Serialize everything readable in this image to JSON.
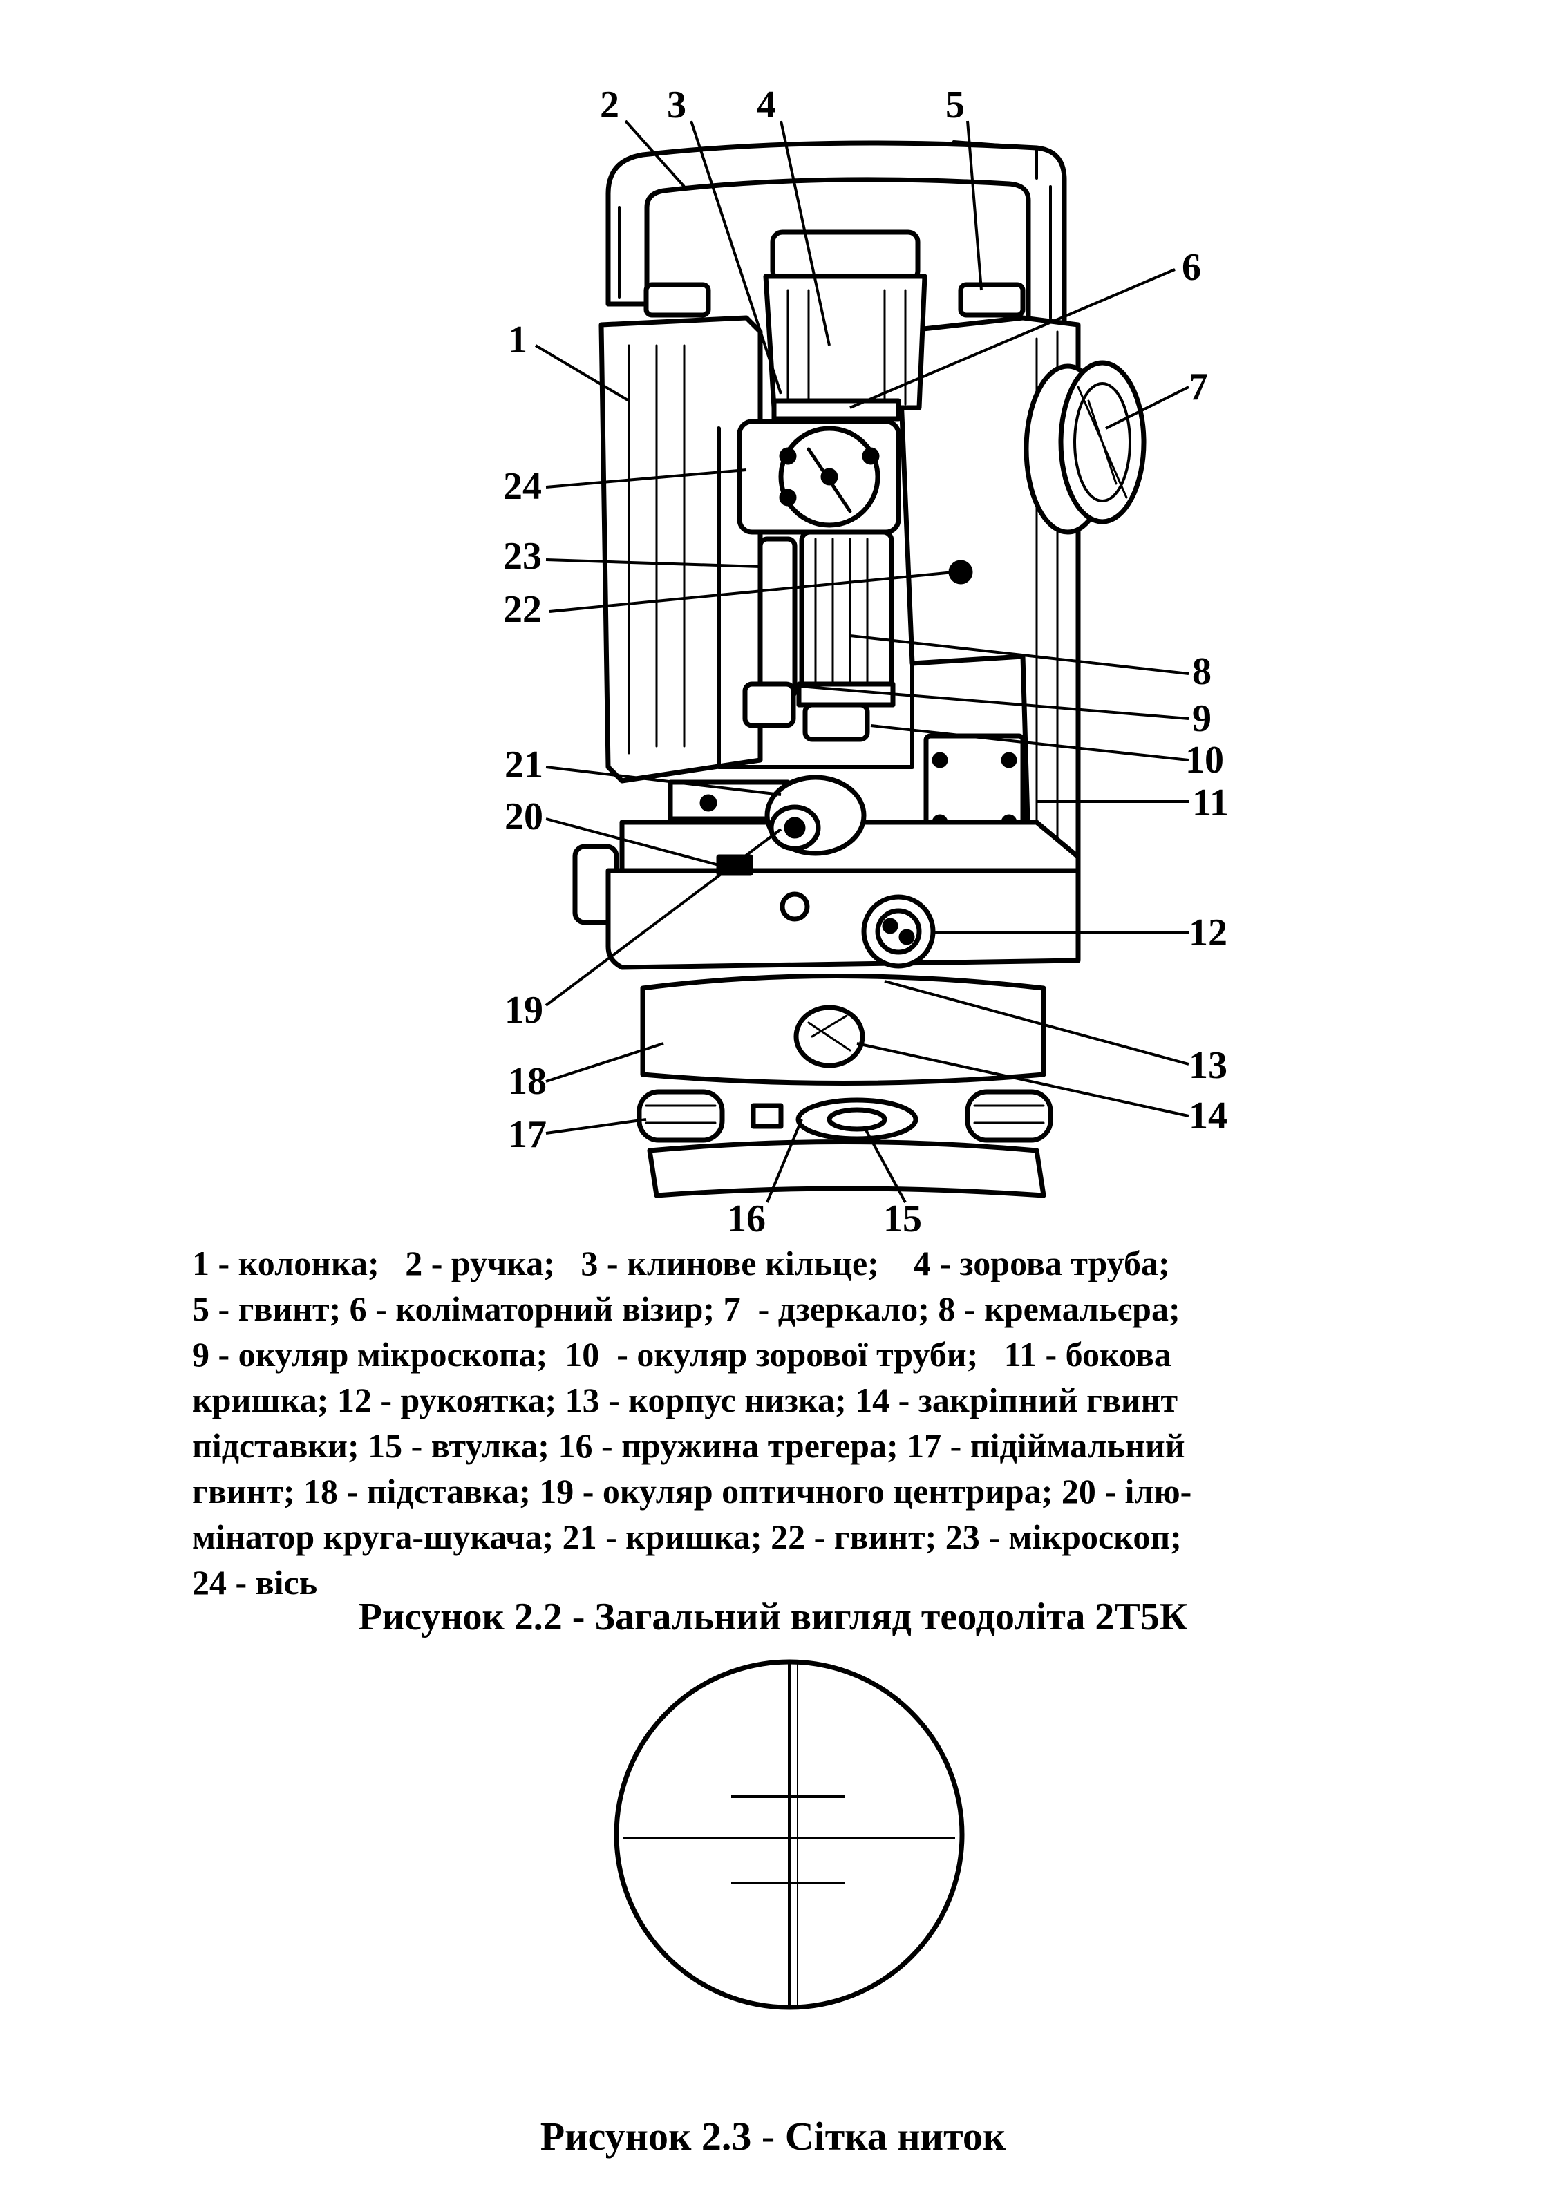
{
  "callouts": [
    {
      "id": "1",
      "label": "1"
    },
    {
      "id": "2",
      "label": "2"
    },
    {
      "id": "3",
      "label": "3"
    },
    {
      "id": "4",
      "label": "4"
    },
    {
      "id": "5",
      "label": "5"
    },
    {
      "id": "6",
      "label": "6"
    },
    {
      "id": "7",
      "label": "7"
    },
    {
      "id": "8",
      "label": "8"
    },
    {
      "id": "9",
      "label": "9"
    },
    {
      "id": "10",
      "label": "10"
    },
    {
      "id": "11",
      "label": "11"
    },
    {
      "id": "12",
      "label": "12"
    },
    {
      "id": "13",
      "label": "13"
    },
    {
      "id": "14",
      "label": "14"
    },
    {
      "id": "15",
      "label": "15"
    },
    {
      "id": "16",
      "label": "16"
    },
    {
      "id": "17",
      "label": "17"
    },
    {
      "id": "18",
      "label": "18"
    },
    {
      "id": "19",
      "label": "19"
    },
    {
      "id": "20",
      "label": "20"
    },
    {
      "id": "21",
      "label": "21"
    },
    {
      "id": "22",
      "label": "22"
    },
    {
      "id": "23",
      "label": "23"
    },
    {
      "id": "24",
      "label": "24"
    }
  ],
  "legend_lines": [
    "1 - колонка;   2 - ручка;   3 - клинове кільце;    4 - зорова труба;",
    "5 - гвинт; 6 - коліматорний візир; 7  - дзеркало; 8 - кремальєра;",
    "9 - окуляр мікроскопа;  10  - окуляр зорової труби;   11 - бокова",
    "кришка; 12 - рукоятка; 13 - корпус низка; 14 - закріпний гвинт",
    "підставки; 15 - втулка; 16 - пружина трегера; 17 - підіймальний",
    "гвинт; 18 - підставка; 19 - окуляр оптичного центрира; 20 - ілю-",
    "мінатор круга-шукача; 21 - кришка; 22 - гвинт; 23 - мікроскоп;",
    "24 - вісь"
  ],
  "figure_2_2_caption": "Рисунок  2.2 -  Загальний вигляд теодоліта  2Т5К",
  "figure_2_3_caption": "Рисунок   2.3 - Сітка ниток"
}
